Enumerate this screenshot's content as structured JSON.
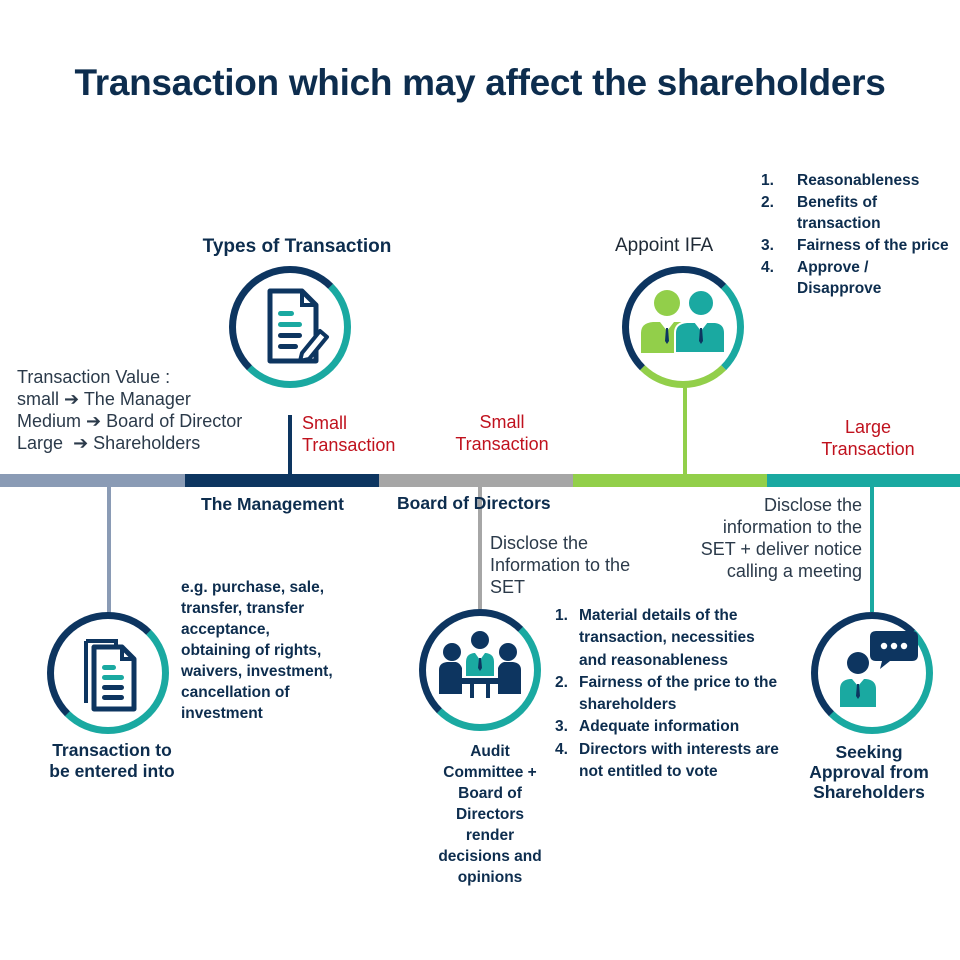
{
  "title": "Transaction which may affect the shareholders",
  "types": {
    "heading": "Types of Transaction",
    "value_title": "Transaction Value :",
    "rows": [
      {
        "from": "small",
        "to": "The Manager"
      },
      {
        "from": "Medium",
        "to": "Board of Director"
      },
      {
        "from": "Large",
        "to": "Shareholders"
      }
    ]
  },
  "small_transaction_1": [
    "Small",
    "Transaction"
  ],
  "small_transaction_2": [
    "Small",
    "Transaction"
  ],
  "large_transaction": [
    "Large",
    "Transaction"
  ],
  "the_management": "The Management",
  "board_of_directors": "Board of Directors",
  "appoint_ifa": {
    "heading": "Appoint IFA",
    "items": [
      {
        "num": "1.",
        "text": "Reasonableness"
      },
      {
        "num": "2.",
        "text": "Benefits of transaction"
      },
      {
        "num": "3.",
        "text": "Fairness of the price"
      },
      {
        "num": "4.",
        "text": "Approve / Disapprove"
      }
    ]
  },
  "entered": {
    "label_lines": [
      "Transaction to",
      "be entered into"
    ],
    "examples_lines": [
      "e.g. purchase, sale,",
      "transfer, transfer",
      "acceptance,",
      "obtaining of rights,",
      "waivers, investment,",
      "cancellation of",
      "investment"
    ]
  },
  "audit": {
    "disclose_lines": [
      "Disclose the",
      "Information to the",
      "SET"
    ],
    "label_lines": [
      "Audit",
      "Committee +",
      "Board of",
      "Directors",
      "render",
      "decisions and",
      "opinions"
    ],
    "items": [
      {
        "num": "1.",
        "text": "Material details of the transaction, necessities and reasonableness"
      },
      {
        "num": "2.",
        "text": "Fairness of the price to the shareholders"
      },
      {
        "num": "3.",
        "text": "Adequate information"
      },
      {
        "num": "4.",
        "text": "Directors with interests are not entitled to vote"
      }
    ]
  },
  "seeking": {
    "disclose_lines": [
      "Disclose the",
      "information to the",
      "SET + deliver notice",
      "calling a meeting"
    ],
    "label_lines": [
      "Seeking",
      "Approval from",
      "Shareholders"
    ]
  },
  "colors": {
    "navy": "#0d2d4e",
    "slate": "#8a9bb5",
    "gray": "#a6a6a6",
    "green": "#92cf4a",
    "teal": "#1aa9a1",
    "red": "#c0121e"
  }
}
